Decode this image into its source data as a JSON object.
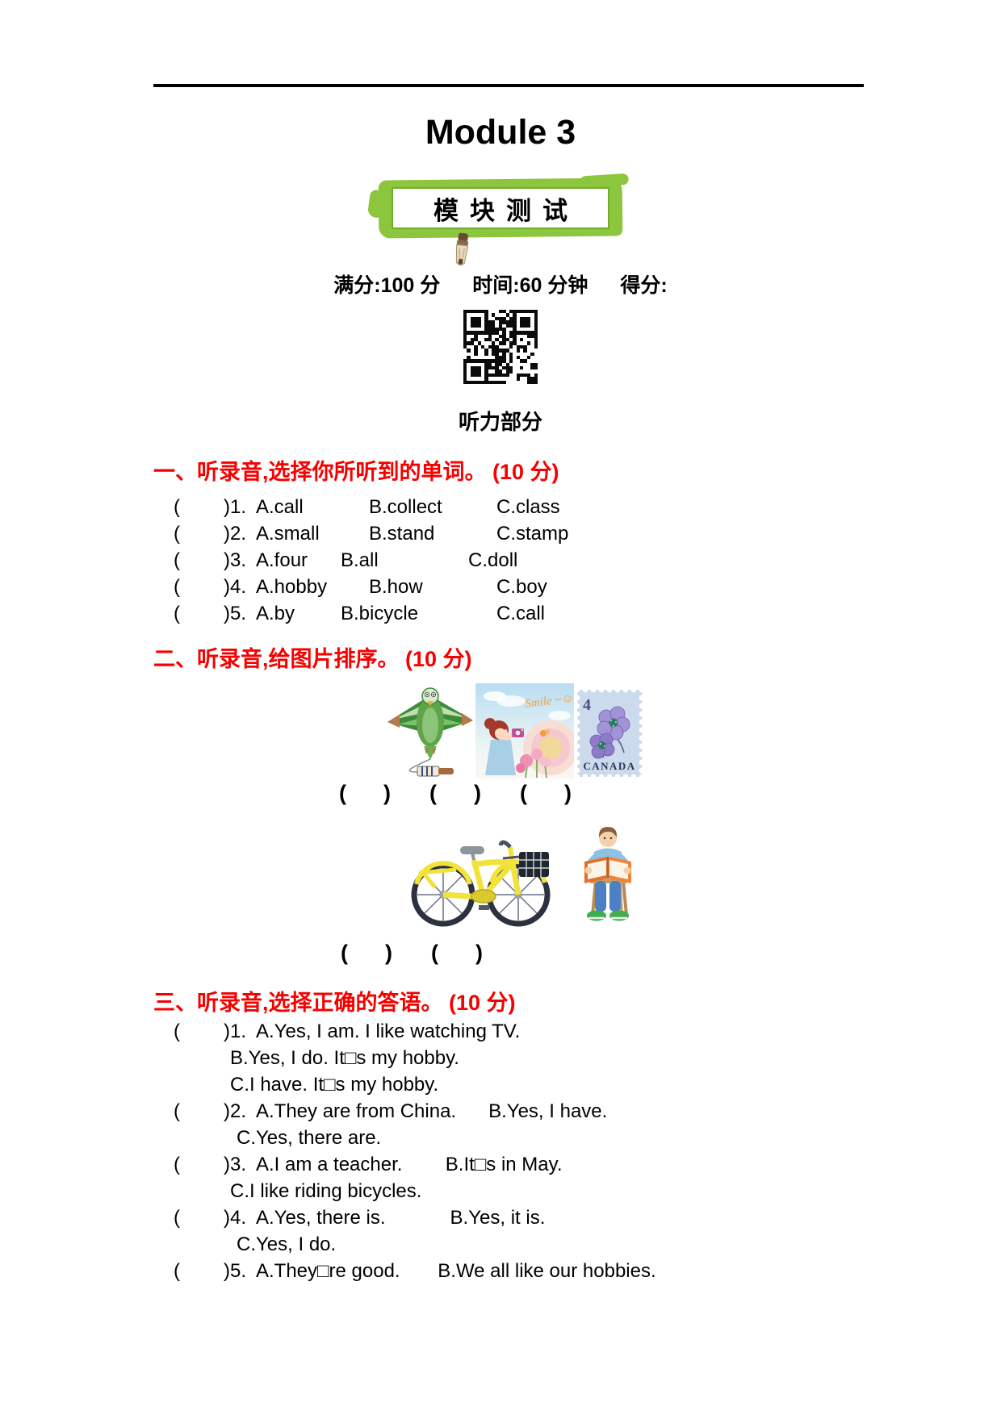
{
  "page_title": "Module 3",
  "badge_label": "模块测试",
  "meta": {
    "full_score": "满分:100 分",
    "time": "时间:60 分钟",
    "score": "得分:"
  },
  "listening_header": "听力部分",
  "paren": {
    "open": "(",
    "close": ")"
  },
  "s1": {
    "heading": "一、听录音,选择你所听到的单词。 (10 分)",
    "items": [
      {
        "label": ")1.",
        "a": "A.call",
        "b": "B.collect",
        "c": "C.class"
      },
      {
        "label": ")2.",
        "a": "A.small",
        "b": "B.stand",
        "c": "C.stamp"
      },
      {
        "label": ")3.",
        "a": "A.four",
        "b": "B.all",
        "c": "C.doll"
      },
      {
        "label": ")4.",
        "a": "A.hobby",
        "b": "B.how",
        "c": "C.boy"
      },
      {
        "label": ")5.",
        "a": "A.by",
        "b": "B.bicycle",
        "c": "C.call"
      }
    ]
  },
  "s2": {
    "heading": "二、听录音,给图片排序。 (10 分)",
    "girl_caption": "Smile ~☺",
    "stamp_value": "4",
    "stamp_country": "CANADA",
    "images": {
      "row1": [
        "bird-kite",
        "girl-photographing-flowers",
        "canada-flower-stamp"
      ],
      "row2": [
        "yellow-bicycle",
        "boy-reading-book"
      ]
    }
  },
  "s3": {
    "heading": "三、听录音,选择正确的答语。 (10 分)",
    "items": [
      {
        "label": ")1.",
        "lines": [
          "A.Yes, I am. I like watching TV.",
          "B.Yes, I do. It□s my hobby.",
          "C.I have. It□s my hobby."
        ]
      },
      {
        "label": ")2.",
        "lines": [
          "A.They are from China.      B.Yes, I have.",
          "C.Yes, there are."
        ]
      },
      {
        "label": ")3.",
        "lines": [
          "A.I am a teacher.        B.It□s in May.",
          "C.I like riding bicycles."
        ]
      },
      {
        "label": ")4.",
        "lines": [
          "A.Yes, there is.            B.Yes, it is.",
          "C.Yes, I do."
        ]
      },
      {
        "label": ")5.",
        "lines": [
          "A.They□re good.       B.We all like our hobbies."
        ]
      }
    ]
  }
}
